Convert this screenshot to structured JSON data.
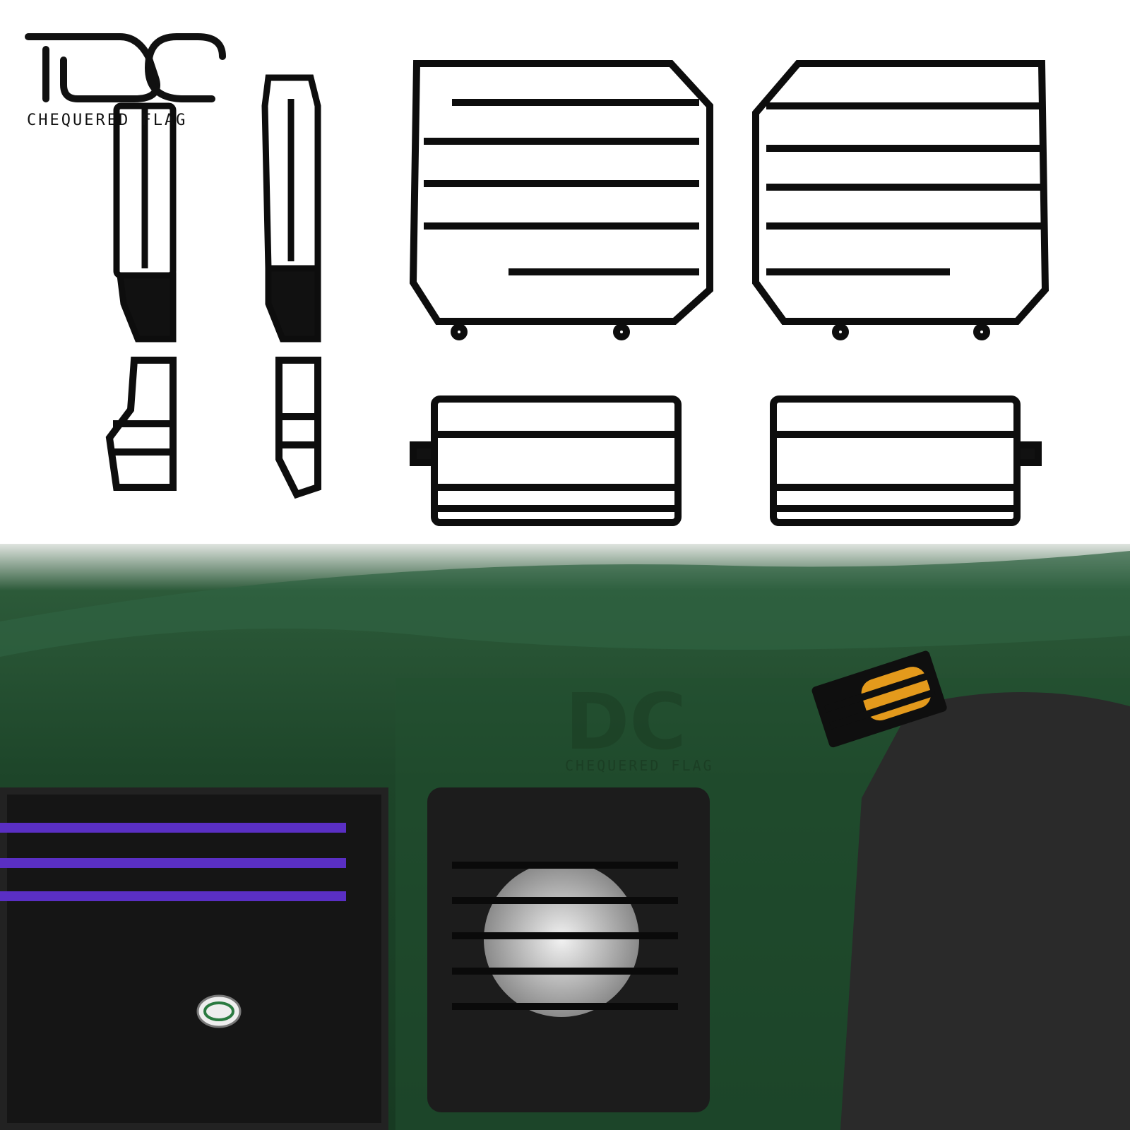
{
  "brand": {
    "logo_letters": "DC",
    "tagline": "CHEQUERED FLAG",
    "watermark_tagline": "CHEQUERED FLAG"
  },
  "colors": {
    "body_green": "#1f4a2c",
    "grille_purple": "#5a2fc4",
    "parts_black": "#0d0d0d",
    "indicator_amber": "#e49a1c"
  }
}
